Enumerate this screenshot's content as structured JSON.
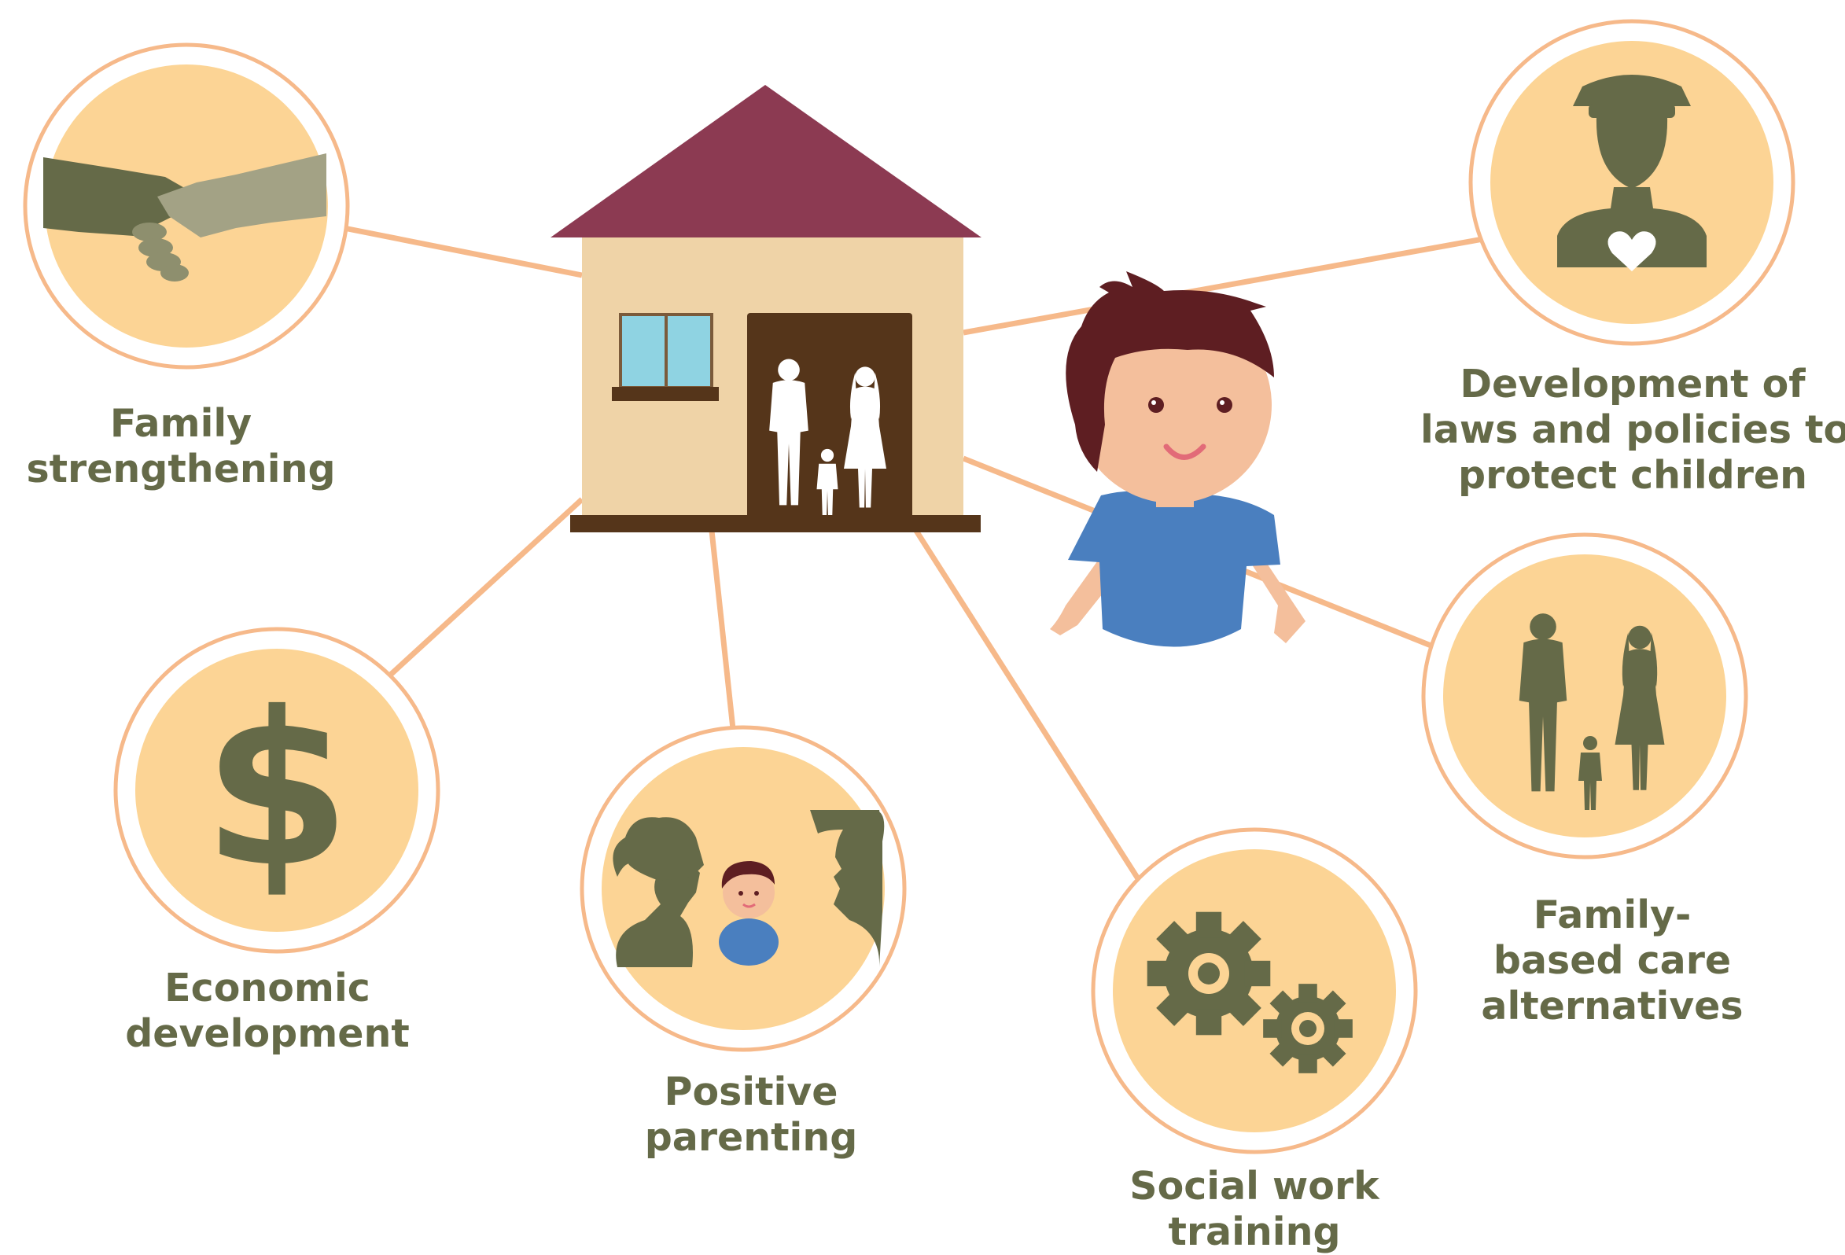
{
  "colors": {
    "circle_fill": "#fcd495",
    "circle_ring": "#f6b98a",
    "connector": "#f6b98a",
    "icon_olive": "#656a48",
    "label_text": "#656a48",
    "roof": "#8c3a52",
    "house_wall": "#efd3a7",
    "door": "#55351a",
    "window": "#8fd3e2",
    "child_shirt": "#4a7fbf",
    "child_hair": "#5e1e22",
    "child_skin": "#f4bf9c"
  },
  "nodes": [
    {
      "id": "family-strengthening",
      "icon": "handshake-icon",
      "lines": [
        "Family",
        "strengthening"
      ]
    },
    {
      "id": "economic-development",
      "icon": "dollar-icon",
      "lines": [
        "Economic",
        "development"
      ]
    },
    {
      "id": "positive-parenting",
      "icon": "parents-child-icon",
      "lines": [
        "Positive",
        "parenting"
      ]
    },
    {
      "id": "social-work-training",
      "icon": "gears-icon",
      "lines": [
        "Social work",
        "training"
      ]
    },
    {
      "id": "family-based-care",
      "icon": "family-silhouette-icon",
      "lines": [
        "Family-",
        "based care",
        "alternatives"
      ]
    },
    {
      "id": "laws-policies",
      "icon": "officer-heart-icon",
      "lines": [
        "Development of",
        "laws and policies to",
        "protect children"
      ]
    }
  ],
  "center": {
    "house_icon": "house-icon",
    "child_icon": "child-icon"
  }
}
